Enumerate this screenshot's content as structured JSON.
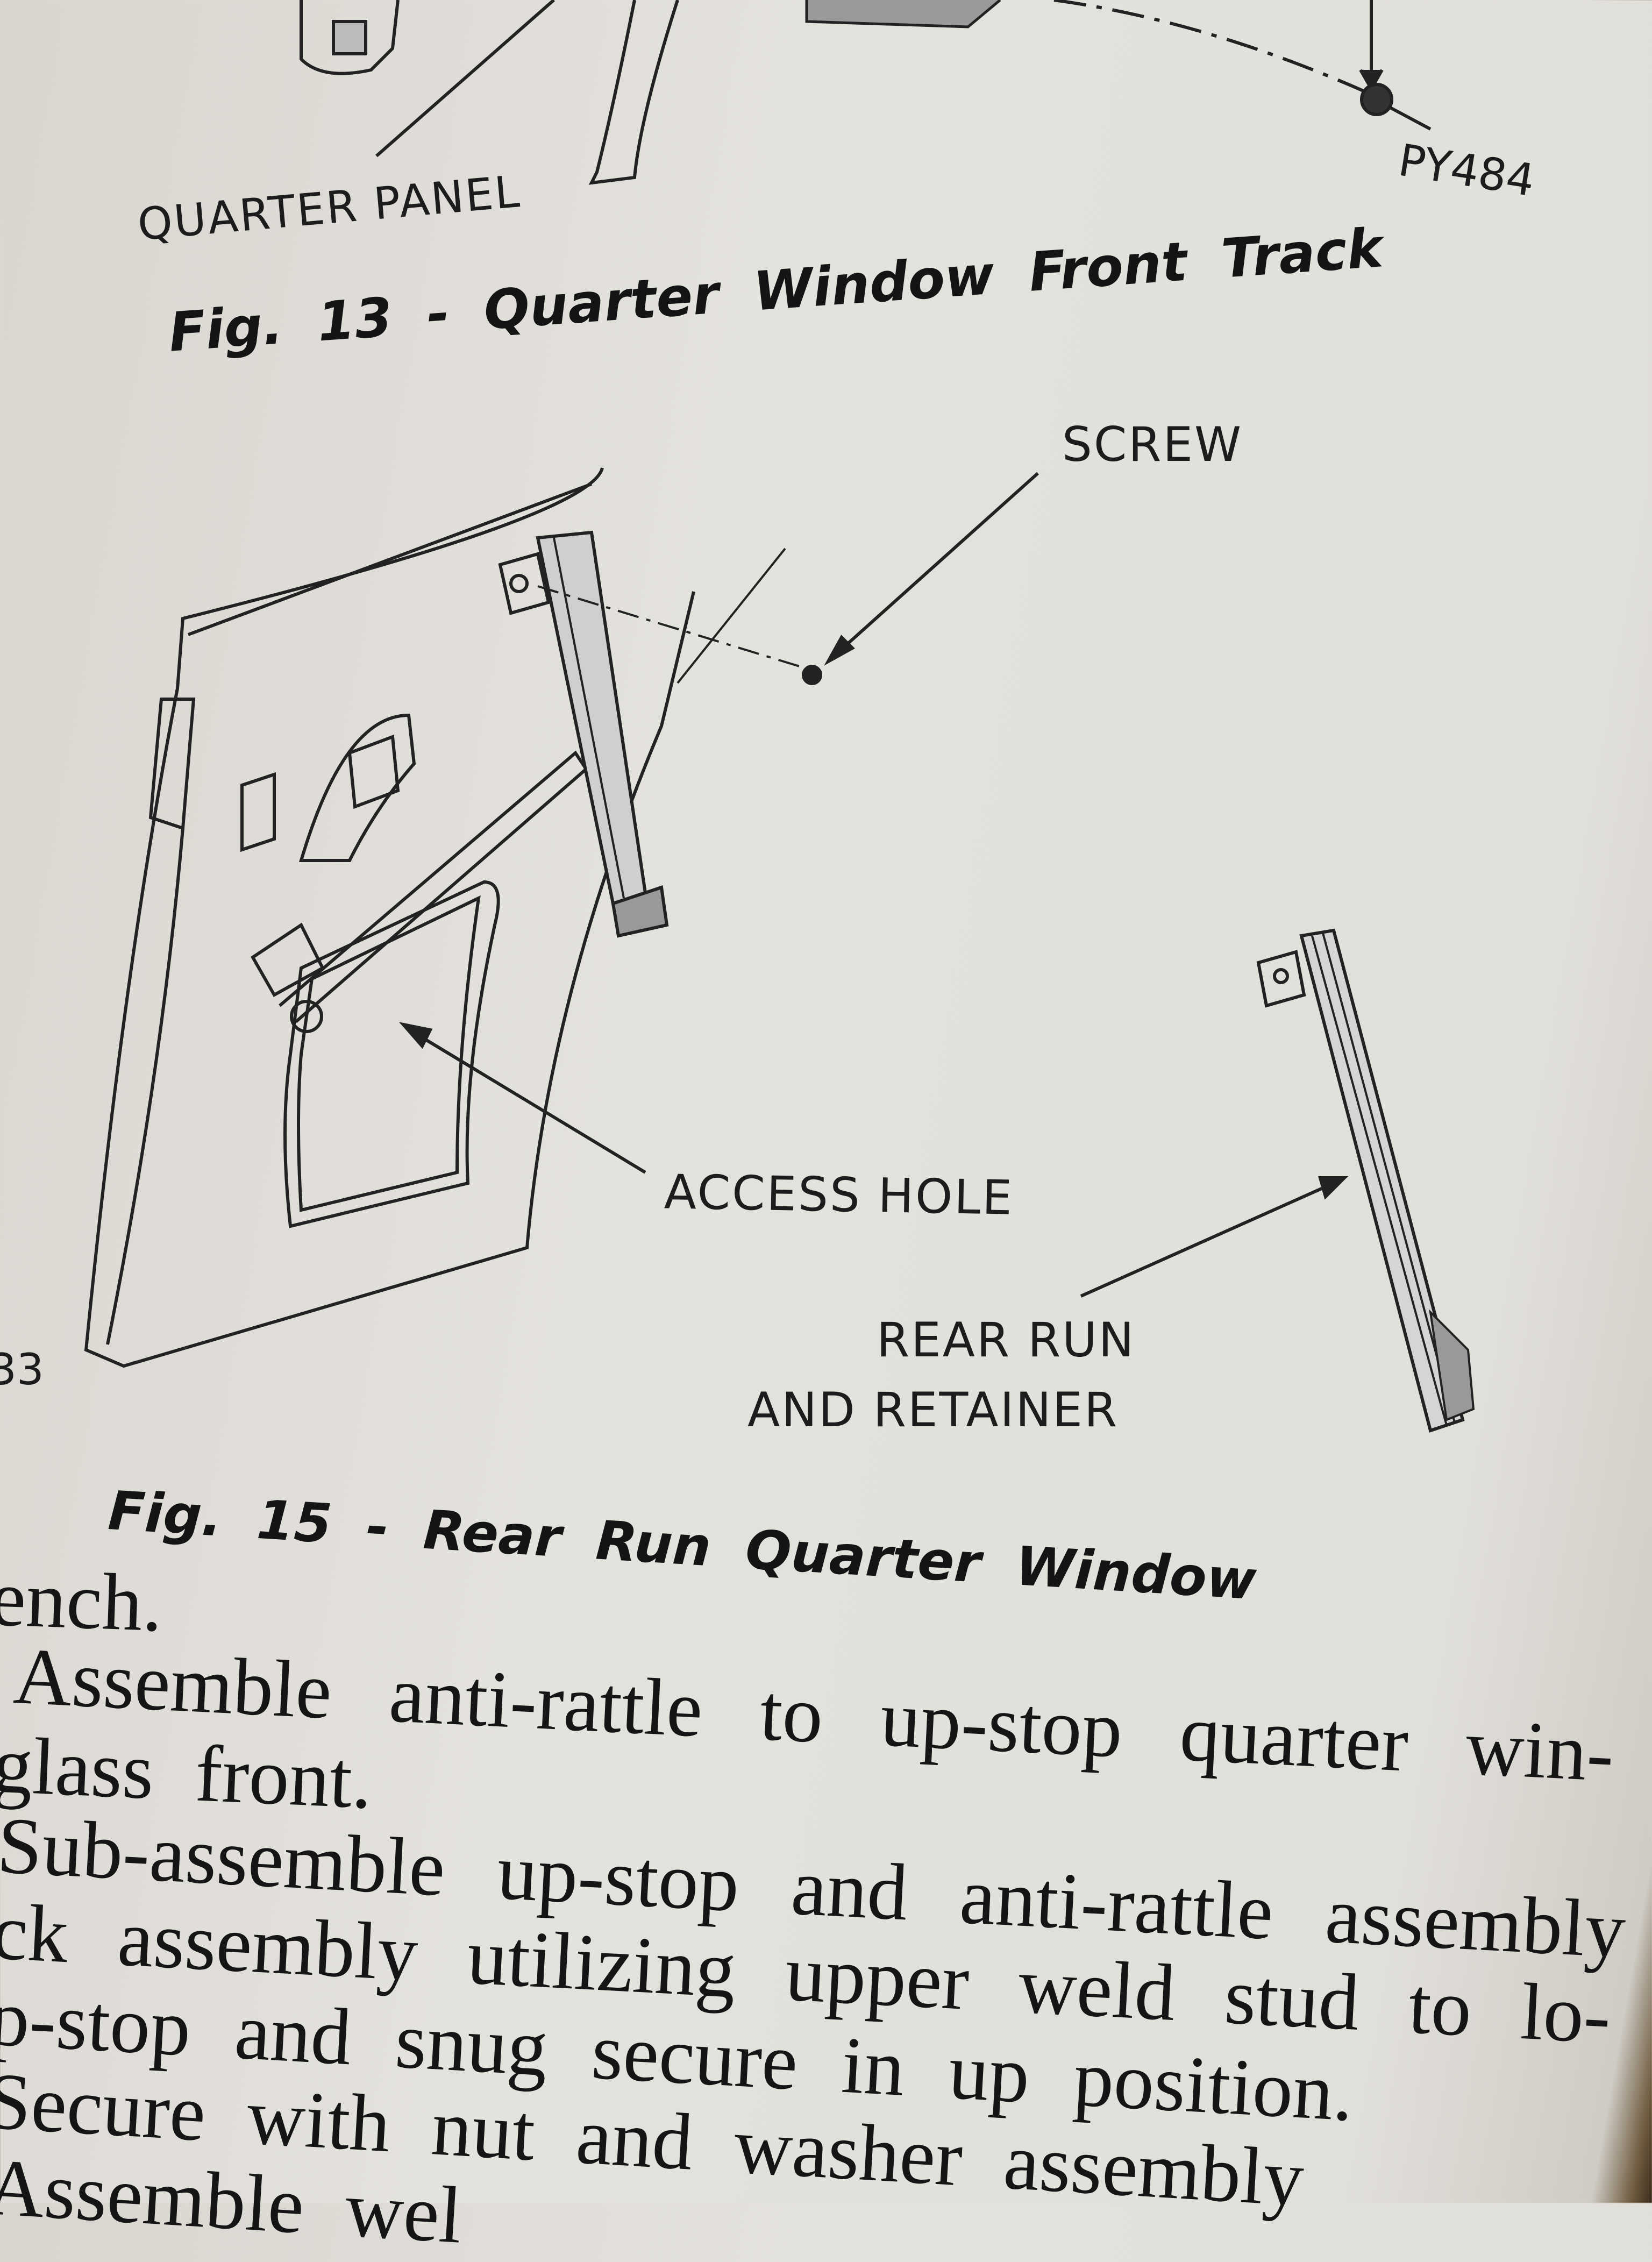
{
  "figure13": {
    "labels": {
      "quarter_panel": "QUARTER PANEL",
      "code": "PY484"
    },
    "caption": "Fig. 13 - Quarter Window Front Track"
  },
  "figure15": {
    "labels": {
      "screw": "SCREW",
      "access_hole": "ACCESS HOLE",
      "rear_run_line1": "REAR RUN",
      "rear_run_line2": "AND RETAINER",
      "code_fragment": "33"
    },
    "caption": "Fig. 15 - Rear Run Quarter Window"
  },
  "body_lines": [
    "ench.",
    "Assemble anti-rattle to up-stop quarter win-",
    "glass front.",
    "Sub-assemble up-stop and anti-rattle assembly",
    "ck assembly utilizing upper weld stud to lo-",
    "p-stop and snug secure in up position.",
    "Secure with nut and washer assembly",
    "Assemble wel"
  ]
}
